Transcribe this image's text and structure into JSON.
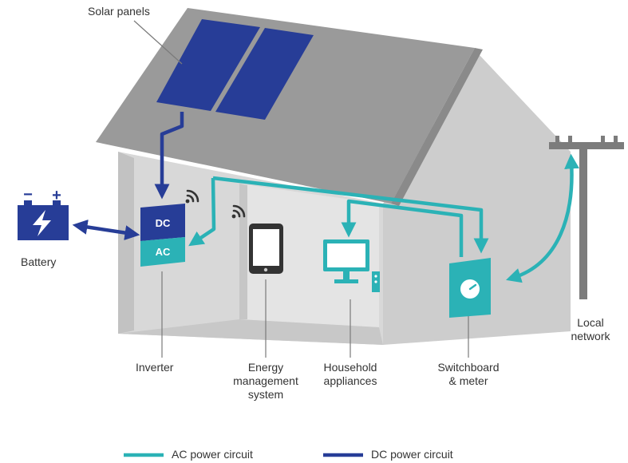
{
  "labels": {
    "solar_panels": "Solar panels",
    "battery": "Battery",
    "inverter": "Inverter",
    "energy_system": [
      "Energy",
      "management",
      "system"
    ],
    "household": [
      "Household",
      "appliances"
    ],
    "switchboard": [
      "Switchboard",
      "& meter"
    ],
    "local_network": [
      "Local",
      "network"
    ]
  },
  "inverter_box": {
    "dc": "DC",
    "ac": "AC"
  },
  "battery_signs": {
    "minus": "−",
    "plus": "+"
  },
  "legend": {
    "ac": {
      "label": "AC power circuit",
      "color": "#2bb2b6"
    },
    "dc": {
      "label": "DC power circuit",
      "color": "#273d97"
    }
  },
  "colors": {
    "ac": "#2bb2b6",
    "dc": "#273d97",
    "roof": "#9a9a9a",
    "wall_front": "#cdcdcd",
    "wall_side": "#dedede",
    "interior": "#e6e6e6",
    "pole": "#7c7c7c"
  }
}
